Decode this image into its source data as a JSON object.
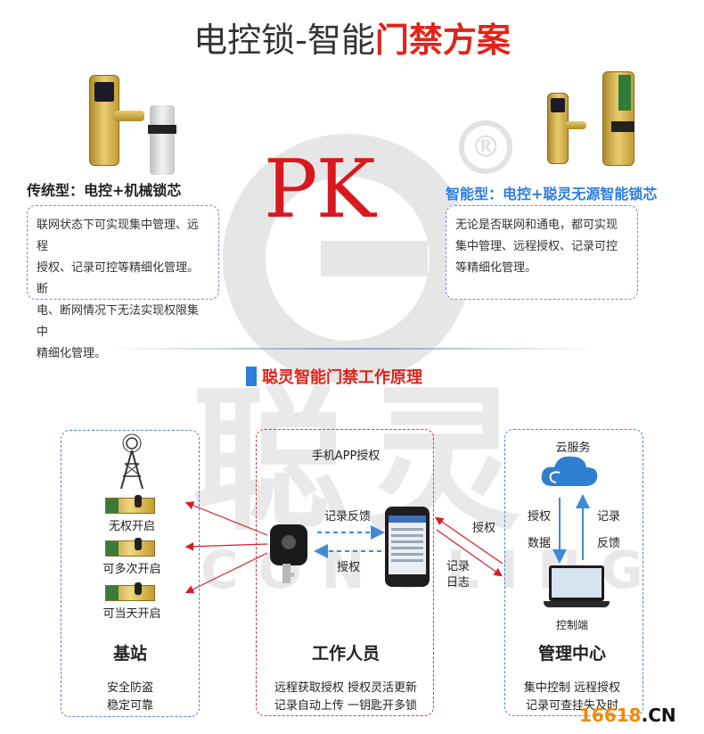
{
  "title": {
    "part1": "电控锁-智能",
    "part2": "门禁方案"
  },
  "pk": "PK",
  "registered_mark": "®",
  "traditional": {
    "title": "传统型：电控+机械锁芯",
    "lines": [
      "联网状态下可实现集中管理、远程",
      "授权、记录可控等精细化管理。断",
      "电、断网情况下无法实现权限集中",
      "精细化管理。"
    ]
  },
  "smart": {
    "title": "智能型：电控+聪灵无源智能锁芯",
    "lines": [
      "无论是否联网和通电，都可实现",
      "集中管理、远程授权、记录可控",
      "等精细化管理。"
    ]
  },
  "section_title": "聪灵智能门禁工作原理",
  "watermark": {
    "chars": "聪灵",
    "en": "CONGLING"
  },
  "base_station": {
    "locks": [
      "无权开启",
      "可多次开启",
      "可当天开启"
    ],
    "name": "基站",
    "desc": [
      "安全防盗",
      "稳定可靠"
    ]
  },
  "worker": {
    "app_label": "手机APP授权",
    "feedback": "记录反馈",
    "auth": "授权",
    "name": "工作人员",
    "desc": [
      "远程获取授权 授权灵活更新",
      "记录自动上传 一钥匙开多锁"
    ]
  },
  "link": {
    "auth": "授权",
    "log1": "记录",
    "log2": "日志"
  },
  "management": {
    "cloud": "云服务",
    "auth1": "授权",
    "auth2": "数据",
    "rec1": "记录",
    "rec2": "反馈",
    "terminal": "控制端",
    "name": "管理中心",
    "desc": [
      "集中控制 远程授权",
      "记录可查挂失及时"
    ]
  },
  "site_logo": {
    "num": "16618",
    "suffix": ".CN"
  },
  "colors": {
    "red": "#e2231a",
    "blue": "#2b7de0",
    "arrow_red": "#d61e2b",
    "arrow_blue": "#3f8ad8"
  }
}
